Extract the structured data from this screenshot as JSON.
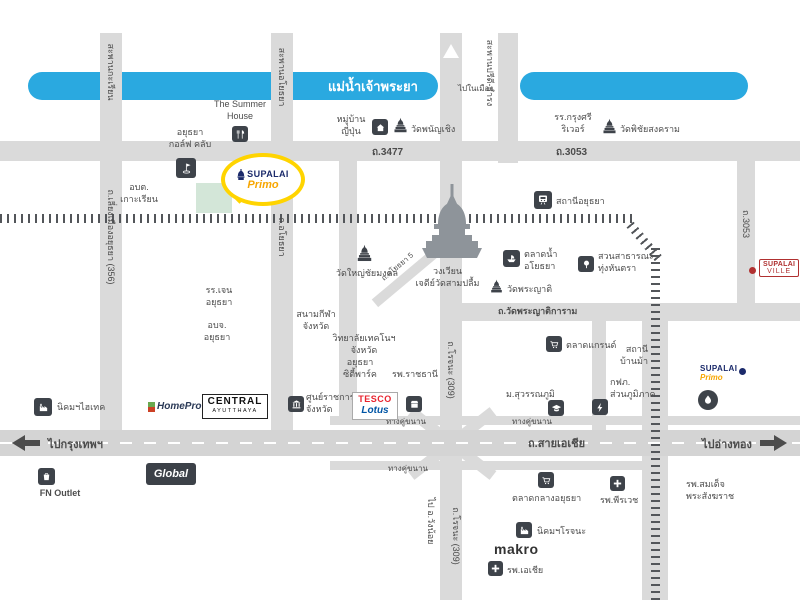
{
  "colors": {
    "river": "#2AA9E0",
    "road": "#DADADA",
    "ink": "#4C4C4C",
    "supalai_navy": "#1B2A6B",
    "supalai_yellow": "#FFD400",
    "primo_orange": "#F7A600",
    "ville_red": "#B03030",
    "tesco_red": "#E8232E",
    "lotus_blue": "#0055A5",
    "site_green": "#D3E6D8"
  },
  "river": {
    "name": "แม่น้ำเจ้าพระยา"
  },
  "bridges": {
    "karian": "สะพานกะเรียน",
    "ayothaya": "สะพานอโยธยา",
    "pridi": "สะพานปรีดี-ธำรง"
  },
  "directions": {
    "to_city": "ไปในเมือง",
    "to_bangkok": "ไปกรุงเทพฯ",
    "to_angthong": "ไปอ่างทอง",
    "to_wangnoi": "ไป อ.วังน้อย"
  },
  "roads": {
    "r3477": "ถ.3477",
    "r3053": "ถ.3053",
    "r3053_branch": "ถ.3053",
    "bypass": "ถ.เลี่ยงเมืองอยุธยา (356)",
    "ayothaya": "ถ.อโยธยา",
    "soi": "ถ.อโยธยา 5",
    "wat_phrayat": "ถ.วัดพระญาติการาม",
    "asia": "ถ.สายเอเชีย",
    "rojana_n": "ถ.โรจนะ (309)",
    "rojana_s": "ถ.โรจนะ (309)",
    "frontage": "ทางคู่ขนาน"
  },
  "marker": {
    "brand": "SUPALAI",
    "model": "Primo"
  },
  "marker2": {
    "brand": "SUPALAI",
    "model": "Primo"
  },
  "ville": {
    "brand": "SUPALAI",
    "model": "VILLE"
  },
  "places": {
    "summer": {
      "l1": "The Summer",
      "l2": "House"
    },
    "golf": {
      "l1": "อยุธยา",
      "l2": "กอล์ฟ คลับ"
    },
    "jp_village": {
      "l1": "หมู่บ้าน",
      "l2": "ญี่ปุ่น"
    },
    "wat_phanan": "วัดพนัญเชิง",
    "krungsri": {
      "l1": "รร.กรุงศรี",
      "l2": "ริเวอร์"
    },
    "wat_phichai": "วัดพิชัยสงคราม",
    "obt_koh_rian": {
      "l1": "อบต.",
      "l2": "เกาะเรียน"
    },
    "station_ayutthaya": "สถานีอยุธยา",
    "roundabout": {
      "l1": "วงเวียน",
      "l2": "เจดีย์วัดสามปลื้ม"
    },
    "wat_yai": "วัดใหญ่ชัยมงคล",
    "floating_market": {
      "l1": "ตลาดน้ำ",
      "l2": "อโยธยา"
    },
    "huntra_park": {
      "l1": "สวนสาธารณะ",
      "l2": "ทุ่งหันตรา"
    },
    "wat_phrayat": "วัดพระญาติ",
    "jane_school": {
      "l1": "รร.เจน",
      "l2": "อยุธยา"
    },
    "pao": {
      "l1": "อบจ.",
      "l2": "อยุธยา"
    },
    "stadium": {
      "l1": "สนามกีฬา",
      "l2": "จังหวัด"
    },
    "college": {
      "l1": "วิทยาลัยเทคโนฯ",
      "l2": "จังหวัด"
    },
    "city_park": {
      "l1": "อยุธยา",
      "l2": "ซิตี้พาร์ค"
    },
    "rajthanee": "รพ.ราชธานี",
    "grand_market": "ตลาดแกรนด์",
    "banma": {
      "l1": "สถานี",
      "l2": "บ้านม้า"
    },
    "suvarnabhumi": "ม.สุวรรณภูมิ",
    "pea": {
      "l1": "กฟภ.",
      "l2": "ส่วนภูมิภาค"
    },
    "hitech": "นิคมฯไฮเทค",
    "homepro": "HomePro",
    "central": {
      "l1": "CENTRAL",
      "l2": "AYUTTHAYA"
    },
    "gov_center": {
      "l1": "ศูนย์ราชการ",
      "l2": "จังหวัด"
    },
    "tesco": {
      "l1": "TESCO",
      "l2": "Lotus"
    },
    "fn": "FN Outlet",
    "global": "Global",
    "klang_market": "ตลาดกลางอยุธยา",
    "piravej": "รพ.พีรเวช",
    "sangkharat": {
      "l1": "รพ.สมเด็จ",
      "l2": "พระสังฆราช"
    },
    "rojana_estate": "นิคมฯโรจนะ",
    "makro": "makro",
    "asia_hosp": "รพ.เอเชีย"
  }
}
